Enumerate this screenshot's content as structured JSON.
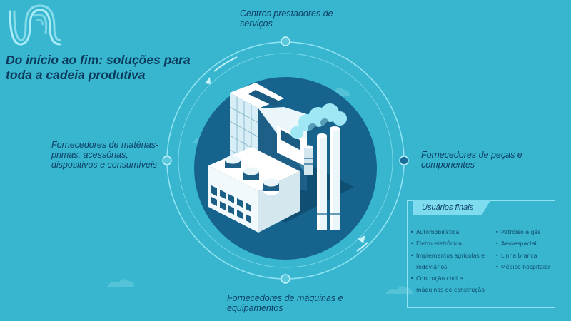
{
  "headline": "Do início ao fim: soluções para toda a cadeia produtiva",
  "nodes": {
    "top": "Centros prestadores de serviços",
    "left": "Fornecedores de matérias-primas, acessórias, dispositivos e consumíveis",
    "right": "Fornecedores de peças e componentes",
    "bottom": "Fornecedores de máquinas e equipamentos"
  },
  "end_users": {
    "title": "Usuários finais",
    "column_a": [
      "Automobilística",
      "Eletro eletrônica",
      "Implementos agrícolas e rodoviários",
      "Contrução civil e máquinas de construção"
    ],
    "column_b": [
      "Petróleo e gás",
      "Aeroespacial",
      "Linha branca",
      "Médico hospitalar"
    ]
  },
  "colors": {
    "background": "#38b6cf",
    "ring": "#8fe3f2",
    "inner_circle": "#16638e",
    "text_dark": "#0c3f66"
  },
  "icons": [
    "brand-logo-icon",
    "factory-illustration",
    "cloud-icon",
    "arrow-icon"
  ]
}
